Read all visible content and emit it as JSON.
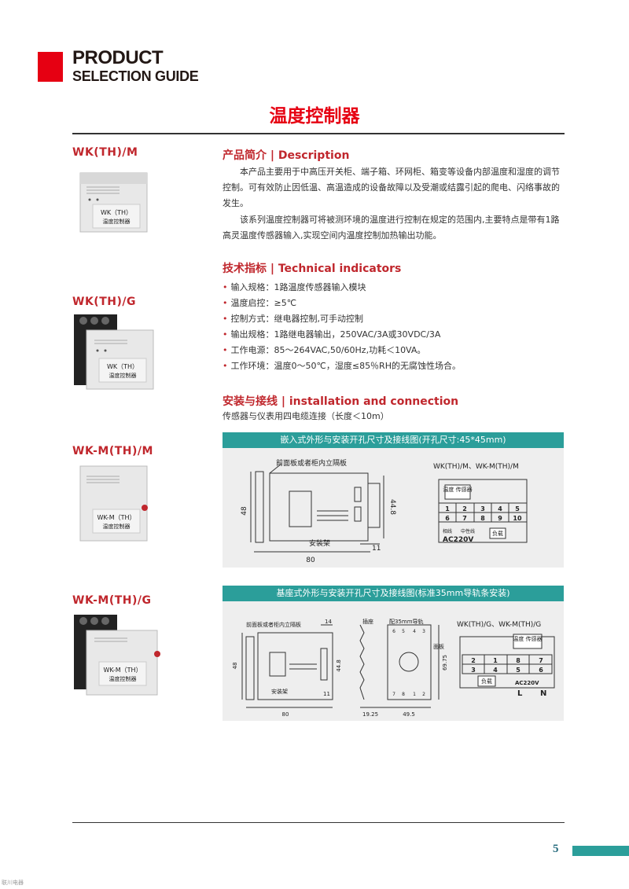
{
  "header": {
    "brand_line1": "PRODUCT",
    "brand_line2": "SELECTION GUIDE"
  },
  "page_title": "温度控制器",
  "models": [
    "WK(TH)/M",
    "WK(TH)/G",
    "WK-M(TH)/M",
    "WK-M(TH)/G"
  ],
  "product_label": {
    "top": "WK（TH）",
    "bottom": "温度控制器",
    "top_m": "WK-M（TH）"
  },
  "description": {
    "heading": "产品简介 | Description",
    "p1": "本产品主要用于中高压开关柜、端子箱、环网柜、箱变等设备内部温度和湿度的调节控制。可有效防止因低温、高温造成的设备故障以及受潮或结露引起的爬电、闪络事故的发生。",
    "p2": "该系列温度控制器可将被测环境的温度进行控制在规定的范围内,主要特点是带有1路高灵温度传感器输入,实现空间内温度控制加热输出功能。"
  },
  "technical": {
    "heading": "技术指标 | Technical indicators",
    "items": [
      "输入规格：1路温度传感器输入模块",
      "温度启控：≥5℃",
      "控制方式：继电器控制,可手动控制",
      "输出规格：1路继电器输出，250VAC/3A或30VDC/3A",
      "工作电源：85～264VAC,50/60Hz,功耗＜10VA。",
      "工作环境：温度0～50℃，湿度≤85％RH的无腐蚀性场合。"
    ]
  },
  "installation": {
    "heading": "安装与接线 | installation and connection",
    "note": "传感器与仪表用四电缆连接（长度＜10m）"
  },
  "diagram1": {
    "title": "嵌入式外形与安装开孔尺寸及接线图(开孔尺寸:45*45mm)",
    "panel_label": "前面板或者柜内立隔板",
    "bracket_label": "安装架",
    "dim_48": "48",
    "dim_448": "44.8",
    "dim_80": "80",
    "dim_11": "11",
    "wiring_title": "WK(TH)/M、WK-M(TH)/M",
    "sensor": "温度\n传感器",
    "row1": [
      "1",
      "2",
      "3",
      "4",
      "5"
    ],
    "row2": [
      "6",
      "7",
      "8",
      "9",
      "10"
    ],
    "phase": "相线",
    "neutral": "中性线",
    "load": "负载",
    "supply": "AC220V"
  },
  "diagram2": {
    "title": "基座式外形与安装开孔尺寸及接线图(标准35mm导轨条安装)",
    "panel_label": "前面板或者柜内立隔板",
    "dim_14": "14",
    "socket_label": "插座",
    "rail_label": "配35mm导轨",
    "face_label": "面板",
    "dim_69": "69.75",
    "dim_48": "48",
    "dim_448": "44.8",
    "bracket_label": "安装架",
    "dim_11": "11",
    "dim_80": "80",
    "dim_1925": "19.25",
    "dim_495": "49.5",
    "top_pins": [
      "6",
      "5",
      "4",
      "3"
    ],
    "bottom_pins": [
      "7",
      "8",
      "1",
      "2"
    ],
    "wiring_title": "WK(TH)/G、WK-M(TH)/G",
    "sensor": "温度\n传感器",
    "row1": [
      "2",
      "1",
      "8",
      "7"
    ],
    "row2": [
      "3",
      "4",
      "5",
      "6"
    ],
    "load": "负载",
    "supply": "AC220V",
    "L": "L",
    "N": "N"
  },
  "footer": {
    "page": "5",
    "mark": "联川电器"
  }
}
